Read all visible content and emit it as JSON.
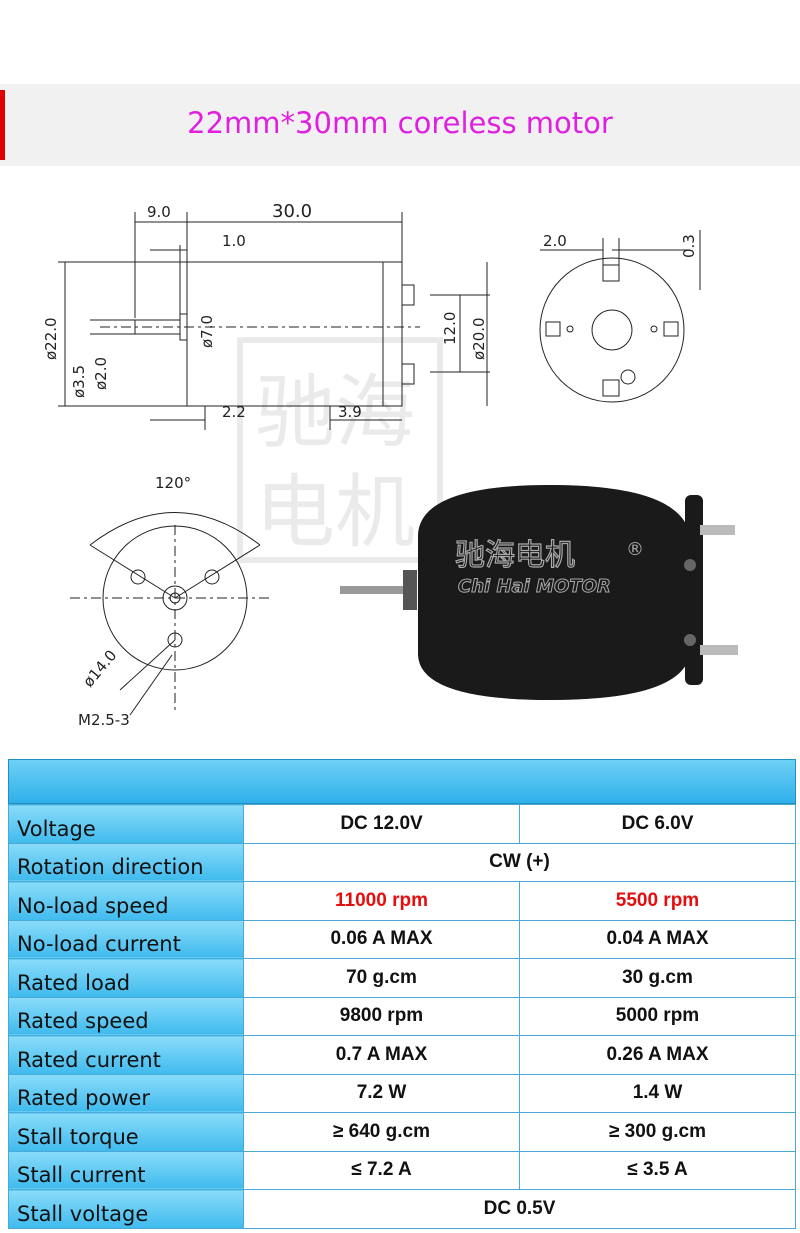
{
  "title": "22mm*30mm coreless motor",
  "drawing": {
    "dims": {
      "d9": "9.0",
      "d30": "30.0",
      "d1": "1.0",
      "d22": "ø22.0",
      "d35": "ø3.5",
      "d2": "ø2.0",
      "d7": "ø7.0",
      "d12": "12.0",
      "d20": "ø20.0",
      "d22b": "2.2",
      "d39": "3.9",
      "e2": "2.0",
      "e03": "0.3",
      "angle": "120°",
      "d14": "ø14.0",
      "m25": "M2.5-3"
    },
    "brand_cn": "驰海电机",
    "brand_en": "Chi Hai MOTOR",
    "registered": "®"
  },
  "specs": {
    "rows": [
      {
        "label": "Voltage",
        "a": "DC 12.0V",
        "b": "DC 6.0V"
      },
      {
        "label": "Rotation direction",
        "span": "CW (+)"
      },
      {
        "label": "No-load  speed",
        "a": "11000 rpm",
        "b": "5500 rpm",
        "red": true
      },
      {
        "label": "No-load current",
        "a": "0.06 A  MAX",
        "b": "0.04 A   MAX"
      },
      {
        "label": "Rated load",
        "a": "70 g.cm",
        "b": "30 g.cm"
      },
      {
        "label": "Rated speed",
        "a": "9800 rpm",
        "b": "5000 rpm"
      },
      {
        "label": "Rated current",
        "a": "0.7 A MAX",
        "b": "0.26 A MAX"
      },
      {
        "label": "Rated power",
        "a": "7.2 W",
        "b": "1.4 W"
      },
      {
        "label": "Stall torque",
        "a": "≥ 640 g.cm",
        "b": "≥ 300 g.cm"
      },
      {
        "label": "Stall current",
        "a": "≤ 7.2 A",
        "b": "≤ 3.5 A"
      },
      {
        "label": "Stall voltage",
        "span": "DC 0.5V"
      }
    ]
  }
}
